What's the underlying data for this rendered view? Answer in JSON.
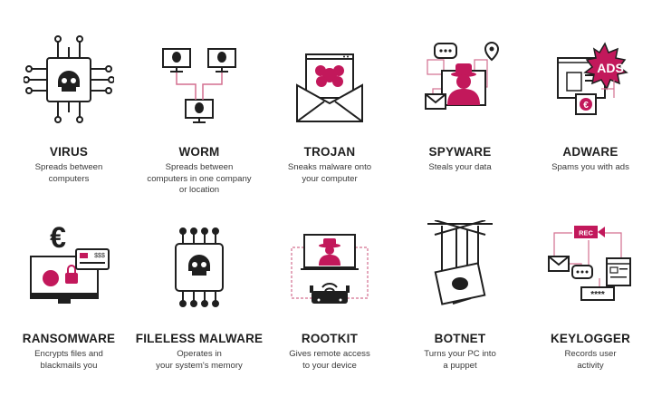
{
  "colors": {
    "ink": "#1f1f1f",
    "accent": "#c2185b",
    "muted": "#3a3a3a",
    "rule": "#d36f8f"
  },
  "items": [
    {
      "title": "VIRUS",
      "desc": "Spreads between\ncomputers",
      "icon": "virus-chip-skull-icon"
    },
    {
      "title": "WORM",
      "desc": "Spreads between\ncomputers in one company\nor location",
      "icon": "worm-network-icon"
    },
    {
      "title": "TROJAN",
      "desc": "Sneaks malware onto\nyour computer",
      "icon": "trojan-envelope-icon"
    },
    {
      "title": "SPYWARE",
      "desc": "Steals your data",
      "icon": "spyware-spy-icon"
    },
    {
      "title": "ADWARE",
      "desc": "Spams you with ads",
      "icon": "adware-ads-icon"
    },
    {
      "title": "RANSOMWARE",
      "desc": "Encrypts files and\nblackmails you",
      "icon": "ransomware-monitor-icon"
    },
    {
      "title": "FILELESS MALWARE",
      "desc": "Operates in\nyour system's memory",
      "icon": "fileless-chip-icon"
    },
    {
      "title": "ROOTKIT",
      "desc": "Gives remote access\nto your device",
      "icon": "rootkit-router-icon"
    },
    {
      "title": "BOTNET",
      "desc": "Turns your PC into\na puppet",
      "icon": "botnet-puppet-icon"
    },
    {
      "title": "KEYLOGGER",
      "desc": "Records user\nactivity",
      "icon": "keylogger-rec-icon"
    }
  ],
  "icon_text": {
    "ads": "ADS",
    "rec": "REC",
    "card": "$$$",
    "password": "****",
    "euro": "€"
  }
}
